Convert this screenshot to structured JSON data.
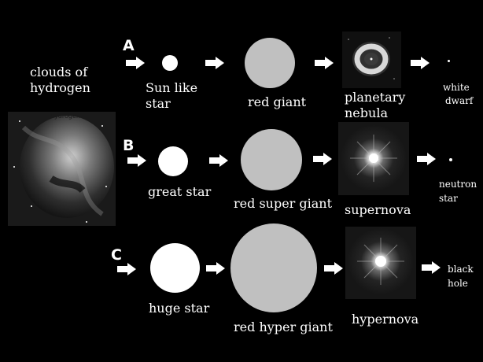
{
  "source": {
    "label_line1": "clouds of",
    "label_line2": "hydrogen",
    "inset_text": "hydrogen"
  },
  "rows": [
    {
      "letter": "A",
      "stages": [
        {
          "label": "Sun like star",
          "line1": "Sun like",
          "line2": "star",
          "kind": "star"
        },
        {
          "label": "red giant",
          "kind": "giant"
        },
        {
          "label": "planetary nebula",
          "line1": "planetary",
          "line2": "nebula",
          "kind": "nebula-ring"
        },
        {
          "label": "white dwarf",
          "line1": "white",
          "line2": "dwarf",
          "kind": "remnant"
        }
      ]
    },
    {
      "letter": "B",
      "stages": [
        {
          "label": "great star",
          "kind": "star"
        },
        {
          "label": "red super giant",
          "kind": "giant"
        },
        {
          "label": "supernova",
          "kind": "explosion"
        },
        {
          "label": "neutron star",
          "line1": "neutron",
          "line2": "star",
          "kind": "remnant"
        }
      ]
    },
    {
      "letter": "C",
      "stages": [
        {
          "label": "huge star",
          "kind": "star"
        },
        {
          "label": "red hyper giant",
          "kind": "giant"
        },
        {
          "label": "hypernova",
          "kind": "explosion"
        },
        {
          "label": "black hole",
          "line1": "black",
          "line2": "hole",
          "kind": "remnant"
        }
      ]
    }
  ],
  "colors": {
    "background": "#000000",
    "star": "#ffffff",
    "giant": "#c0c0c0",
    "text": "#ffffff",
    "arrow": "#ffffff"
  },
  "icons": {
    "arrow": "right-arrow-icon",
    "nebula": "nebula-photo",
    "explosion": "starburst-photo"
  }
}
